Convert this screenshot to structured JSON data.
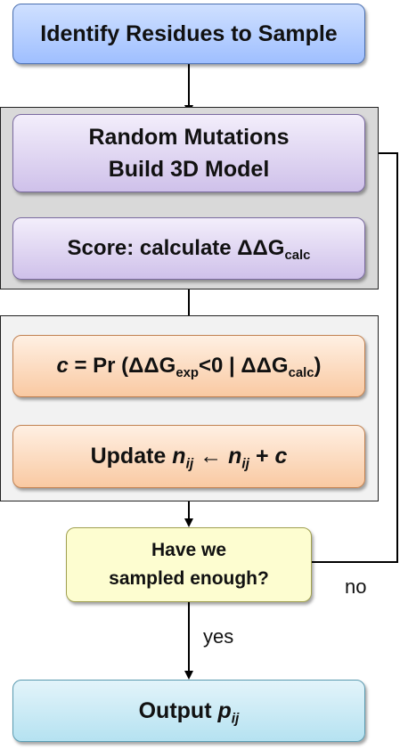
{
  "steps": {
    "identify": "Identify Residues to Sample",
    "mutate_line1": "Random Mutations",
    "mutate_line2": "Build 3D Model",
    "score_prefix": "Score: calculate ΔΔG",
    "score_sub": "calc",
    "prob": {
      "c": "c",
      "eq_pr": " = Pr (ΔΔG",
      "sub_exp": "exp",
      "mid": "<0 | ΔΔG",
      "sub_calc": "calc",
      "close": ")"
    },
    "update": {
      "word": "Update ",
      "n1": "n",
      "n1_sub": "ij",
      "arrow": " ← ",
      "n2": "n",
      "n2_sub": "ij",
      "plus": " + ",
      "c": "c"
    },
    "decision_line1": "Have we",
    "decision_line2": "sampled enough?",
    "output": {
      "word": "Output ",
      "p": "p",
      "p_sub": "ij"
    }
  },
  "edge_labels": {
    "no": "no",
    "yes": "yes"
  },
  "colors": {
    "blue_top": "#cfe0ff",
    "blue_bottom": "#9fbfff",
    "purple_top": "#f1ecfa",
    "purple_bottom": "#cfc1ea",
    "orange_top": "#fff0e3",
    "orange_bottom": "#f9c9a2",
    "yellow": "#fdfdd0",
    "cyan_top": "#e3f4fa",
    "cyan_bottom": "#b5e2f1",
    "group_gray": "#d9d9d9",
    "group_light": "#f2f2f2"
  }
}
